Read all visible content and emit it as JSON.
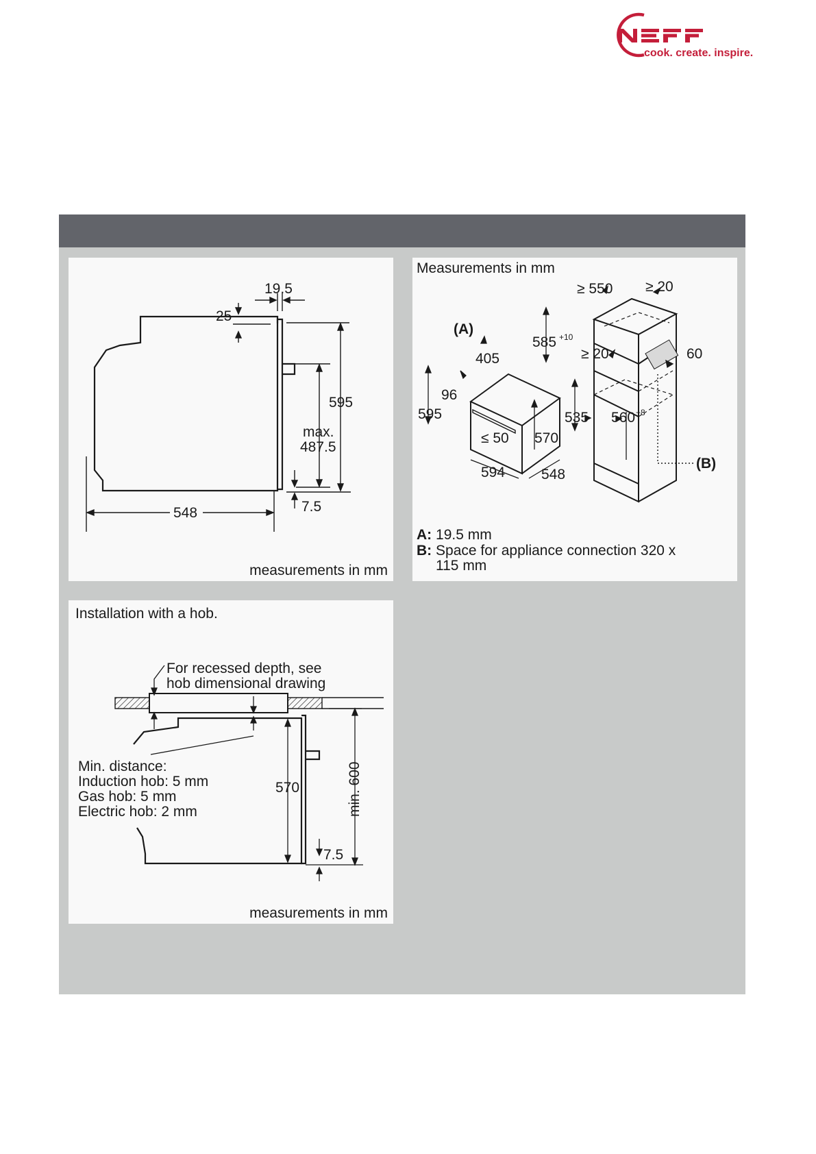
{
  "brand": {
    "name": "NEFF",
    "tagline": "cook. create. inspire.",
    "colors": {
      "brand_red": "#c41e3a"
    }
  },
  "colors": {
    "banner": "#62646a",
    "content_background": "#c8cac9",
    "panel_background": "#f9f9f9"
  },
  "panel1": {
    "footer": "measurements in mm",
    "labels": {
      "d19_5": "19.5",
      "d25": "25",
      "d595": "595",
      "max": "max.",
      "d487_5": "487.5",
      "d548": "548",
      "d7_5": "7.5"
    }
  },
  "panel2": {
    "title": "Measurements in mm",
    "labels": {
      "A": "(A)",
      "B": "(B)",
      "d550": "≥ 550",
      "d20_top": "≥ 20",
      "d585": "585",
      "d585_sup": "+10",
      "d20_mid": "≥ 20",
      "d60": "60",
      "d405": "405",
      "d96": "96",
      "d595": "595",
      "d50": "≤ 50",
      "d570": "570",
      "d535": "535",
      "d560": "560",
      "d560_sup": "+8",
      "d594": "594",
      "d548": "548"
    },
    "legend": {
      "a_key": "A:",
      "a_text": "19.5 mm",
      "b_key": "B:",
      "b_text_1": "Space for appliance connection 320 x",
      "b_text_2": "115 mm"
    }
  },
  "panel3": {
    "title": "Installation with a hob.",
    "footer": "measurements in mm",
    "recess_note_1": "For recessed depth, see",
    "recess_note_2": "hob dimensional drawing",
    "min_distance": {
      "heading": "Min. distance:",
      "induction": "Induction hob: 5 mm",
      "gas": "Gas hob: 5 mm",
      "electric": "Electric hob: 2 mm"
    },
    "labels": {
      "d570": "570",
      "min600": "min. 600",
      "d7_5": "7.5"
    }
  }
}
